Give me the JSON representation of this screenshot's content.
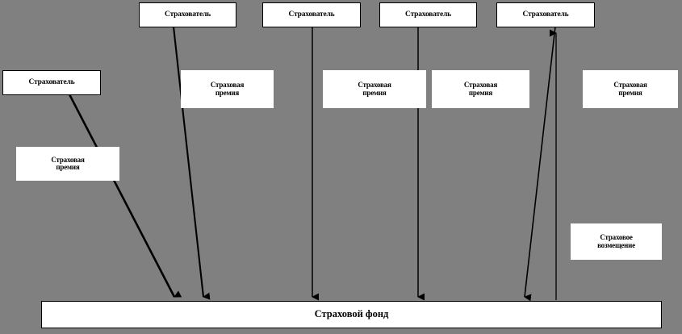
{
  "diagram": {
    "type": "flow-diagram",
    "background_color": "#808080",
    "node_fill_color": "#ffffff",
    "stroke_color": "#000000",
    "title_node": {
      "label": "Страховой фонд"
    },
    "policyholders": [
      {
        "label": "Страхователь"
      },
      {
        "label": "Страхователь"
      },
      {
        "label": "Страхователь"
      },
      {
        "label": "Страхователь"
      },
      {
        "label": "Страхователь"
      }
    ],
    "premium_labels": [
      {
        "label": "Страховая\nпремия"
      },
      {
        "label": "Страховая\nпремия"
      },
      {
        "label": "Страховая\nпремия"
      },
      {
        "label": "Страховая\nпремия"
      },
      {
        "label": "Страховая\nпремия"
      }
    ],
    "compensation_label": {
      "label": "Страховое\nвозмещение"
    }
  }
}
